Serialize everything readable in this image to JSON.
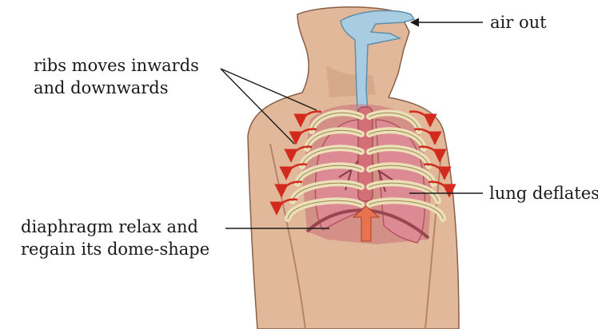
{
  "labels": {
    "air_out": "air out",
    "ribs_line1": "ribs  moves  inwards",
    "ribs_line2": "and downwards",
    "lung": "lung deflates",
    "diaphragm_line1": "diaphragm relax and",
    "diaphragm_line2": "regain its dome-shape"
  },
  "colors": {
    "skin": "#e2b89a",
    "skin_shade": "#c99578",
    "skin_outline": "#8a5f48",
    "airway": "#a8cde2",
    "airway_outline": "#5f8ea8",
    "lung": "#dc8a93",
    "lung_dark": "#b4555f",
    "rib": "#ece0b8",
    "rib_outline": "#9a8656",
    "arrow_red": "#d42a1e",
    "diaphragm_arrow": "#e8734f",
    "leader_line": "#1a1a1a"
  }
}
